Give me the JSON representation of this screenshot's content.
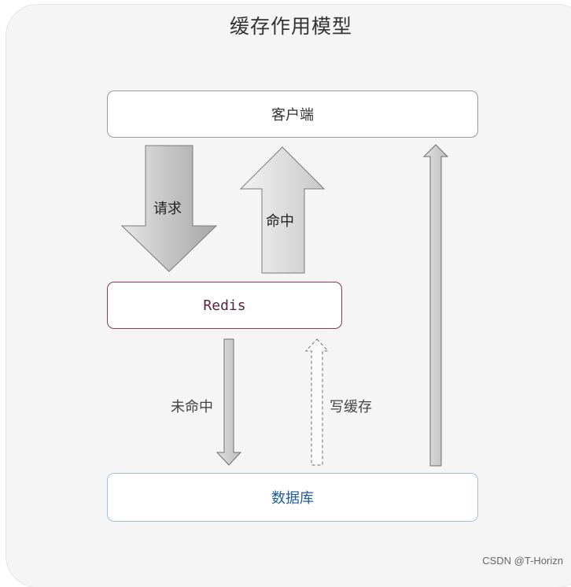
{
  "diagram": {
    "title": "缓存作用模型",
    "nodes": {
      "client": "客户端",
      "redis": "Redis",
      "database": "数据库"
    },
    "edges": {
      "request": "请求",
      "hit": "命中",
      "miss": "未命中",
      "write_cache": "写缓存"
    }
  },
  "watermark": "CSDN @T-Horizn"
}
